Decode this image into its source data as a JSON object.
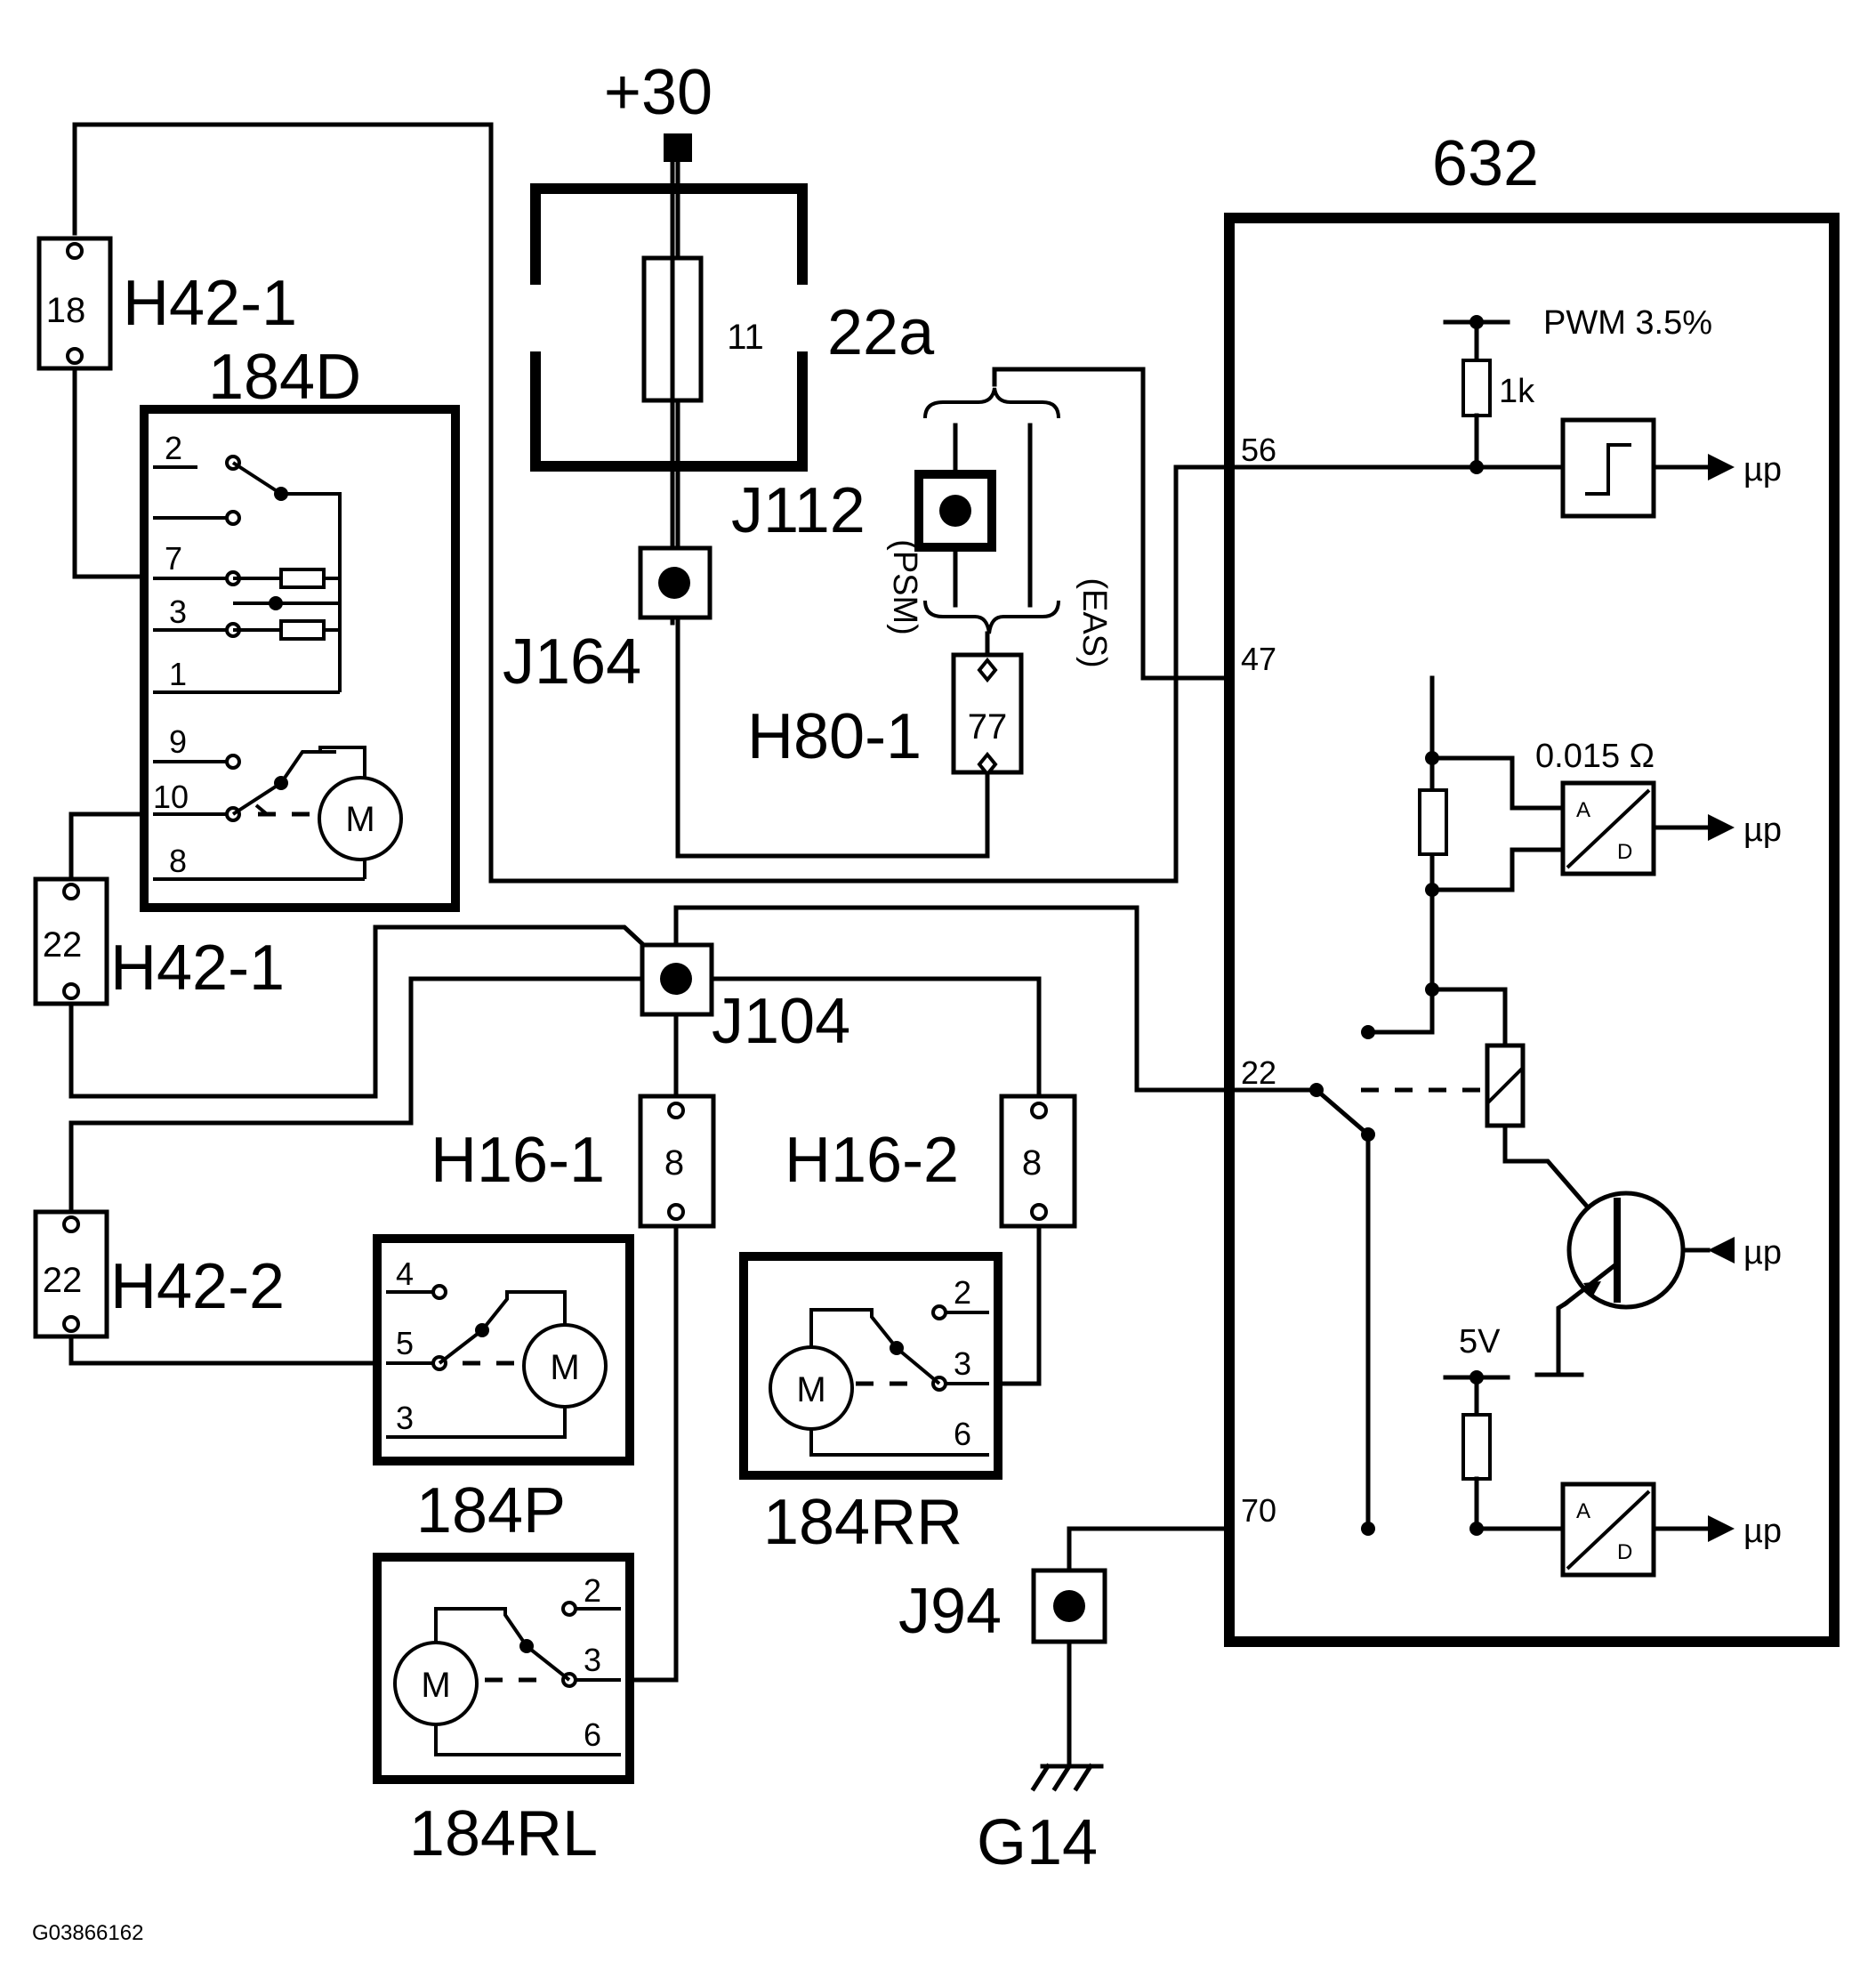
{
  "supply": {
    "label": "+30"
  },
  "fuse_box": {
    "id": "22a",
    "fuse": "11"
  },
  "connectors": {
    "j164": "J164",
    "j112": "J112",
    "j104": "J104",
    "j94": "J94",
    "h42_1_top": {
      "id": "H42-1",
      "pin": "18"
    },
    "h42_1_mid": {
      "id": "H42-1",
      "pin": "22"
    },
    "h42_2": {
      "id": "H42-2",
      "pin": "22"
    },
    "h80_1": {
      "id": "H80-1",
      "pin": "77"
    },
    "h16_1": {
      "id": "H16-1",
      "pin": "8"
    },
    "h16_2": {
      "id": "H16-2",
      "pin": "8"
    }
  },
  "variants": {
    "psm": "(PSM)",
    "eas": "(EAS)"
  },
  "ground": {
    "label": "G14"
  },
  "actuators": {
    "d": {
      "id": "184D",
      "pins": [
        "2",
        "7",
        "3",
        "1",
        "9",
        "10",
        "8"
      ],
      "motor": "M"
    },
    "p": {
      "id": "184P",
      "pins": [
        "4",
        "5",
        "3"
      ],
      "motor": "M"
    },
    "rr": {
      "id": "184RR",
      "pins": [
        "2",
        "3",
        "6"
      ],
      "motor": "M"
    },
    "rl": {
      "id": "184RL",
      "pins": [
        "2",
        "3",
        "6"
      ],
      "motor": "M"
    }
  },
  "module": {
    "id": "632",
    "pins": [
      "56",
      "47",
      "22",
      "70"
    ],
    "pwm": "PWM 3.5%",
    "resistor": "1k",
    "shunt": "0.015 Ω",
    "vref": "5V",
    "mcu": [
      "µp",
      "µp",
      "µp",
      "µp"
    ],
    "adc": [
      "A",
      "D"
    ]
  },
  "figure_id": "G03866162"
}
